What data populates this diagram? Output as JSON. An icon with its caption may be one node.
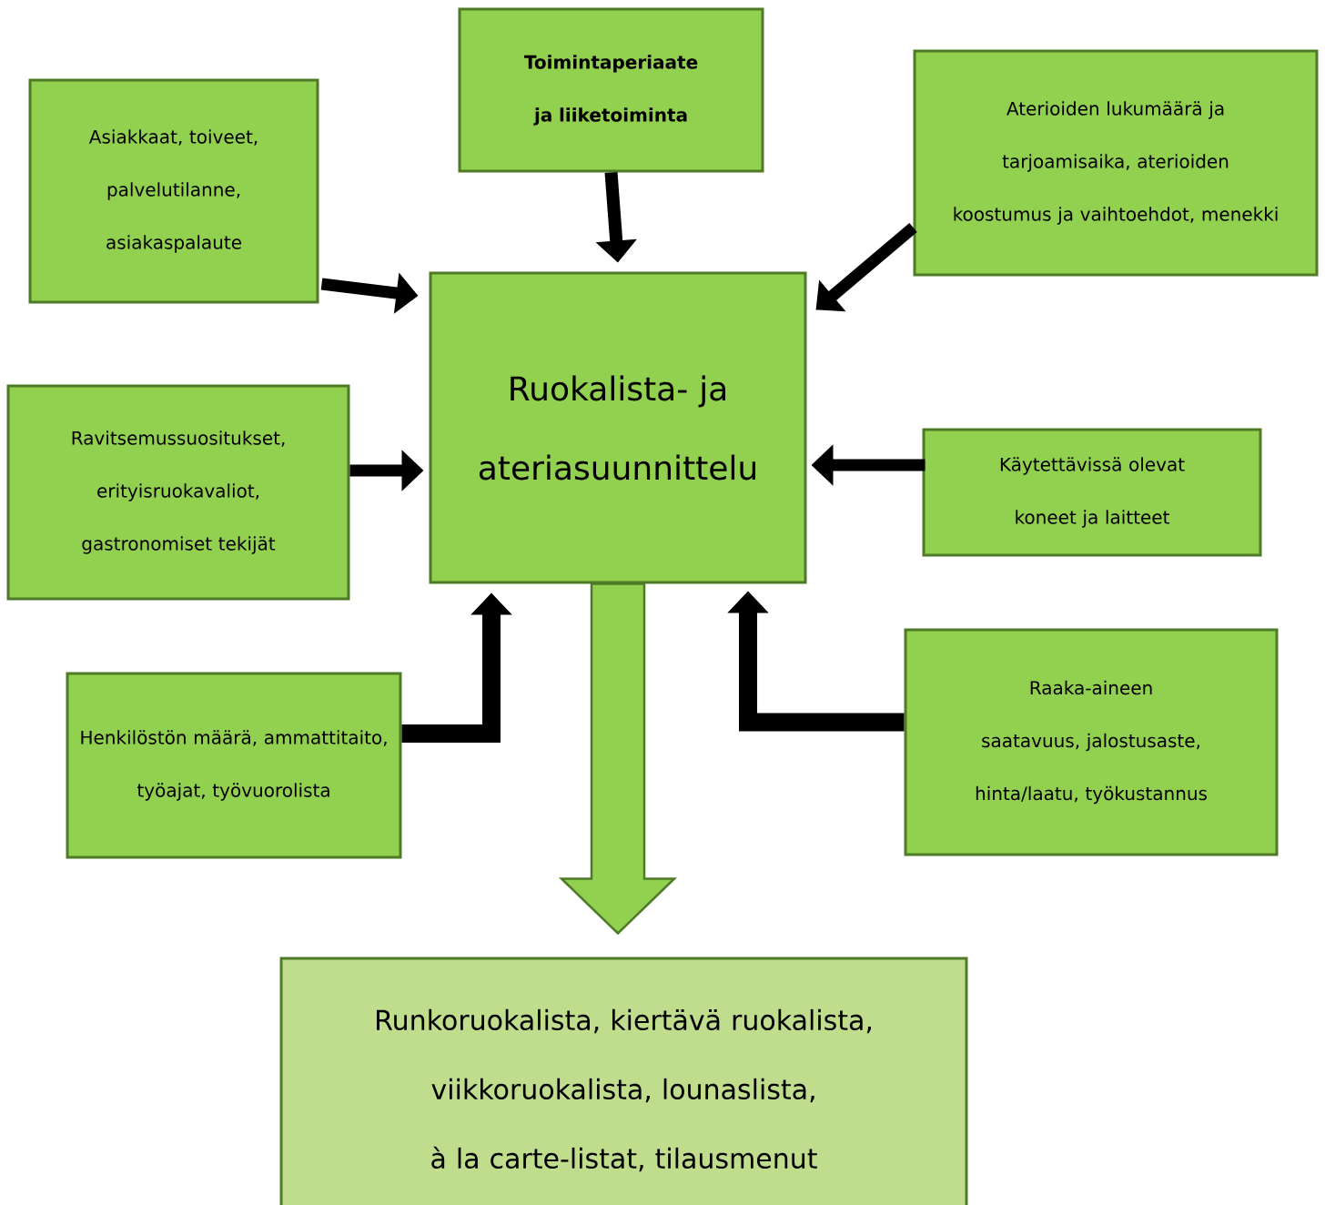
{
  "diagram": {
    "nodes": [
      {
        "text": [
          "Asiakkaat, toiveet, palvelutilanne, asiakaspalaute"
        ]
      },
      {
        "text": [
          "Toimintaperiaate ja liiketoiminta"
        ]
      },
      {
        "text": [
          "Aterioiden lukumäärä ja tarjoamisaika, aterioiden koostumus ja vaihtoehdot, menekki"
        ]
      },
      {
        "text": [
          "Ruokalista- ja ateriasuunnittelu"
        ]
      },
      {
        "text": [
          "Ravitsemussuositukset, erityisruokavaliot, gastronomiset tekijät"
        ]
      },
      {
        "text": [
          "Käytettävissä olevat koneet ja laitteet"
        ]
      },
      {
        "text": [
          "Henkilöstön määrä, ammattitaito, työajat, työvuorolista"
        ]
      },
      {
        "text": [
          "Raaka-aineen saatavuus, jalostusaste, hinta/laatu, työkustannus"
        ]
      },
      {
        "text": [
          "Runkoruokalista, kiertävä ruokalista, viikkoruokalista, lounaslista, à la carte-listat, tilausmenut"
        ]
      }
    ],
    "edges": [
      {
        "from": 0,
        "to": 3,
        "arrow": "to"
      },
      {
        "from": 1,
        "to": 3,
        "arrow": "to"
      },
      {
        "from": 2,
        "to": 3,
        "arrow": "to"
      },
      {
        "from": 4,
        "to": 3,
        "arrow": "to"
      },
      {
        "from": 5,
        "to": 3,
        "arrow": "to"
      },
      {
        "from": 6,
        "to": 3,
        "arrow": "to"
      },
      {
        "from": 7,
        "to": 3,
        "arrow": "to"
      },
      {
        "from": 3,
        "to": 8,
        "arrow": "to",
        "color": "#92d050"
      }
    ]
  }
}
